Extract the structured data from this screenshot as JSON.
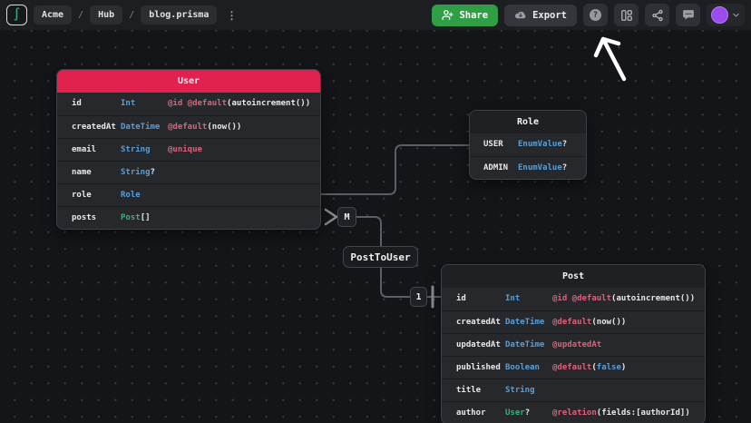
{
  "toolbar": {
    "logo_glyph": "∫",
    "breadcrumbs": [
      {
        "label": "Acme"
      },
      {
        "label": "Hub"
      },
      {
        "label": "blog.prisma"
      }
    ],
    "breadcrumb_separator": "/",
    "kebab_glyph": "⋮",
    "share_label": "Share",
    "export_label": "Export",
    "help_glyph": "?"
  },
  "colors": {
    "user_header_red": "#e2224e",
    "type_blue": "#5b9fd6",
    "attribute_red": "#d9637a",
    "model_ref_green": "#3fae7a",
    "share_green": "#2f9e44",
    "avatar_purple": "#9d4bf0",
    "edge_gray": "#5d5e63",
    "canvas_bg": "#141519"
  },
  "diagram": {
    "models": {
      "user": {
        "title": "User",
        "rows": [
          {
            "name": "id",
            "type": "Int",
            "a1": "@id @default",
            "a2": "(autoincrement())"
          },
          {
            "name": "createdAt",
            "type": "DateTime",
            "a1": "@default",
            "a2": "(now())"
          },
          {
            "name": "email",
            "type": "String",
            "a1": "@unique"
          },
          {
            "name": "name",
            "type": "String",
            "tq": "?"
          },
          {
            "name": "role",
            "type": "Role"
          },
          {
            "name": "posts",
            "type": "Post",
            "tq": "[]"
          }
        ]
      },
      "role": {
        "title": "Role",
        "rows": [
          {
            "name": "USER",
            "type": "EnumValue",
            "tq": "?"
          },
          {
            "name": "ADMIN",
            "type": "EnumValue",
            "tq": "?"
          }
        ]
      },
      "post": {
        "title": "Post",
        "rows": [
          {
            "name": "id",
            "type": "Int",
            "a1": "@id @default",
            "a2": "(autoincrement())"
          },
          {
            "name": "createdAt",
            "type": "DateTime",
            "a1": "@default",
            "a2": "(now())"
          },
          {
            "name": "updatedAt",
            "type": "DateTime",
            "a1": "@updatedAt"
          },
          {
            "name": "published",
            "type": "Boolean",
            "a1": "@default",
            "a2": "(",
            "a3": "false",
            "a4": ")"
          },
          {
            "name": "title",
            "type": "String"
          },
          {
            "name": "author",
            "type": "User",
            "tq": "?",
            "a1": "@relation",
            "a2": "(fields:[authorId])"
          }
        ]
      }
    },
    "edges": {
      "many_marker": "M",
      "one_marker": "1",
      "relation_label": "PostToUser"
    }
  }
}
